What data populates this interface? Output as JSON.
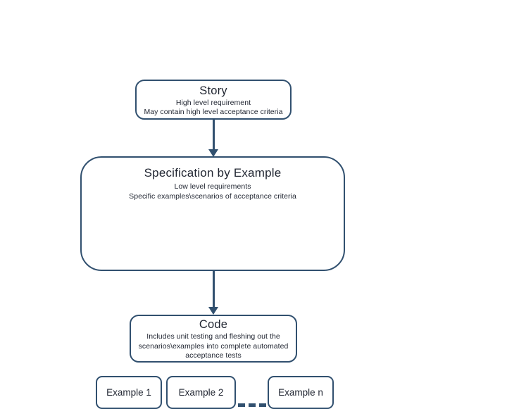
{
  "diagram": {
    "background_color": "#ffffff",
    "stroke_color": "#31506f",
    "text_color": "#1f2430",
    "nodes": {
      "story": {
        "title": "Story",
        "sub_line_1": "High level requirement",
        "sub_line_2": "May contain high level acceptance criteria"
      },
      "specification": {
        "title": "Specification by Example",
        "sub_line_1": "Low level requirements",
        "sub_line_2": "Specific examples\\scenarios of acceptance criteria",
        "examples": [
          {
            "label": "Example 1"
          },
          {
            "label": "Example 2"
          },
          {
            "label": "Example n"
          }
        ],
        "ellipsis": "- - -"
      },
      "code": {
        "title": "Code",
        "sub_line_1": "Includes unit testing and fleshing out the",
        "sub_line_2": "scenarios\\examples into complete automated",
        "sub_line_3": "acceptance tests"
      }
    },
    "connectors": [
      {
        "from": "story",
        "to": "specification",
        "direction": "down"
      },
      {
        "from": "specification",
        "to": "code",
        "direction": "down"
      }
    ]
  }
}
